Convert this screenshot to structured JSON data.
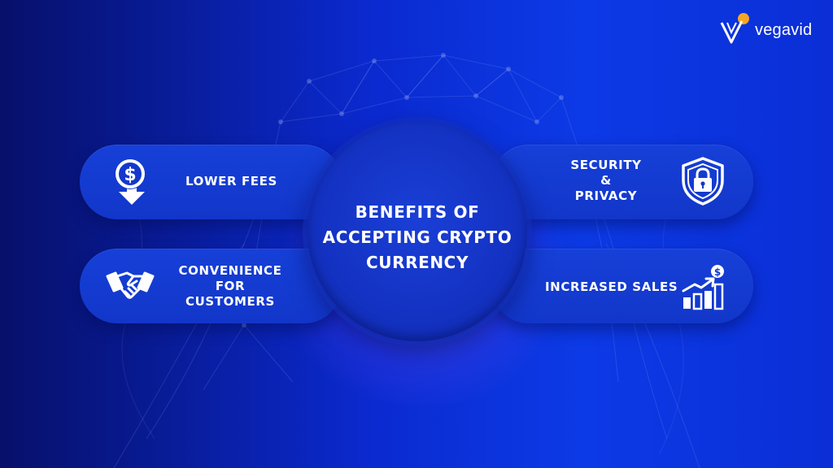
{
  "brand": {
    "name": "vegavid"
  },
  "center": {
    "title_lines": [
      "BENEFITS OF",
      "ACCEPTING CRYPTO",
      "CURRENCY"
    ]
  },
  "benefits": {
    "lower_fees": {
      "lines": [
        "LOWER FEES"
      ],
      "icon": "dollar-down-arrow-icon"
    },
    "convenience": {
      "lines": [
        "CONVENIENCE",
        "FOR",
        "CUSTOMERS"
      ],
      "icon": "handshake-icon"
    },
    "security": {
      "lines": [
        "SECURITY",
        "&",
        "PRIVACY"
      ],
      "icon": "shield-lock-icon"
    },
    "sales": {
      "lines": [
        "INCREASED SALES"
      ],
      "icon": "sales-growth-chart-icon"
    }
  },
  "colors": {
    "background_left": "#07106a",
    "background_right": "#0c3ae6",
    "pill": "#1438cc",
    "text": "#ffffff",
    "logo_accent": "#f5a623"
  }
}
